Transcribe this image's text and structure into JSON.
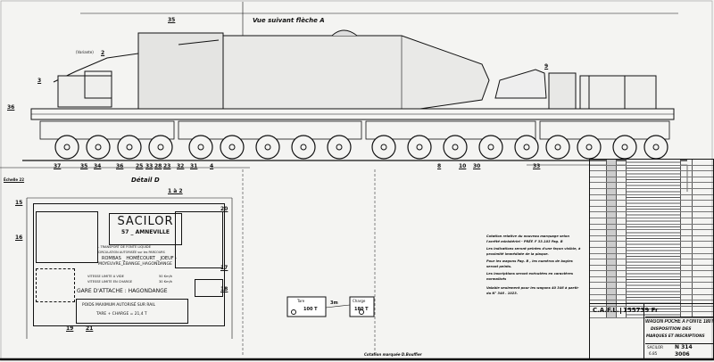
{
  "drawing": {
    "view_label": "Vue suivant flèche A",
    "detail_label": "Détail D",
    "scale_note": "1 à 2",
    "side_label": "Échelle 22",
    "version_label": "(Variante)",
    "bottom_caption": "Cotation marquée D.Bouffier",
    "part_numbers_top": [
      "35",
      "2",
      "9",
      "3",
      "36"
    ],
    "part_numbers_bottom": [
      "37",
      "35",
      "34",
      "36",
      "25",
      "33",
      "28",
      "23",
      "32",
      "31",
      "4",
      "8",
      "10",
      "30",
      "33"
    ],
    "detail_numbers": [
      "15",
      "16",
      "17",
      "18",
      "19",
      "20",
      "21"
    ],
    "small_plates": [
      {
        "label": "100 T",
        "tag": "Tare"
      },
      {
        "label": "180 T",
        "tag": "Charge"
      }
    ],
    "plate_connector": "3m"
  },
  "plaque": {
    "company": "SACILOR",
    "location_prefix": "57 _",
    "location": "AMNEVILLE",
    "line1": "- TRANSPORT DE FONTE LIQUIDE",
    "line2": "CIRCULATION AUTORISÉE sur les PARCOURS",
    "line3": "ROMBAS _ HOMÉCOURT _ JOEUF -",
    "line4": "MOYEUVRE_ÉBANGE_HAGONDANGE",
    "speed_empty_label": "VITESSE LIMITE A VIDE",
    "speed_empty_value": "50 Km/h",
    "speed_loaded_label": "VITESSE LIMITE EN CHARGE",
    "speed_loaded_value": "30 Km/h",
    "home_station": "GARE D'ATTACHE : HAGONDANGE",
    "max_weight_label": "POIDS MAXIMUM AUTORISÉ SUR RAIL",
    "max_weight_value": "TARE + CHARGE = 21,4 T"
  },
  "notes": [
    "Cotation relative du nouveau marquage selon l'arrêté ministériel - PRÉF. F 33.103 Pag. B",
    "Les indications seront peintes d'une façon visible, à proximité immédiate de la plaque.",
    "Pour les wagons Pag. B , les numéros de bogies seront peints.",
    "Les inscriptions seront exécutées en caractères normalisés",
    "Valable seulement pour les wagons 40 346 à partir du N° 346 . 1023."
  ],
  "title_block": {
    "maker": "C.A.F.L.",
    "drawing_code": "155739 Fr",
    "title_line1": "WAGON POCHE A FONTE 180T",
    "title_line2": "DISPOSITION DES",
    "title_line3": "MARQUES ET INSCRIPTIONS",
    "client": "SACILOR",
    "number": "N 314",
    "sub_number": "3006",
    "date": "6.85"
  },
  "parts_list_rows": 27
}
